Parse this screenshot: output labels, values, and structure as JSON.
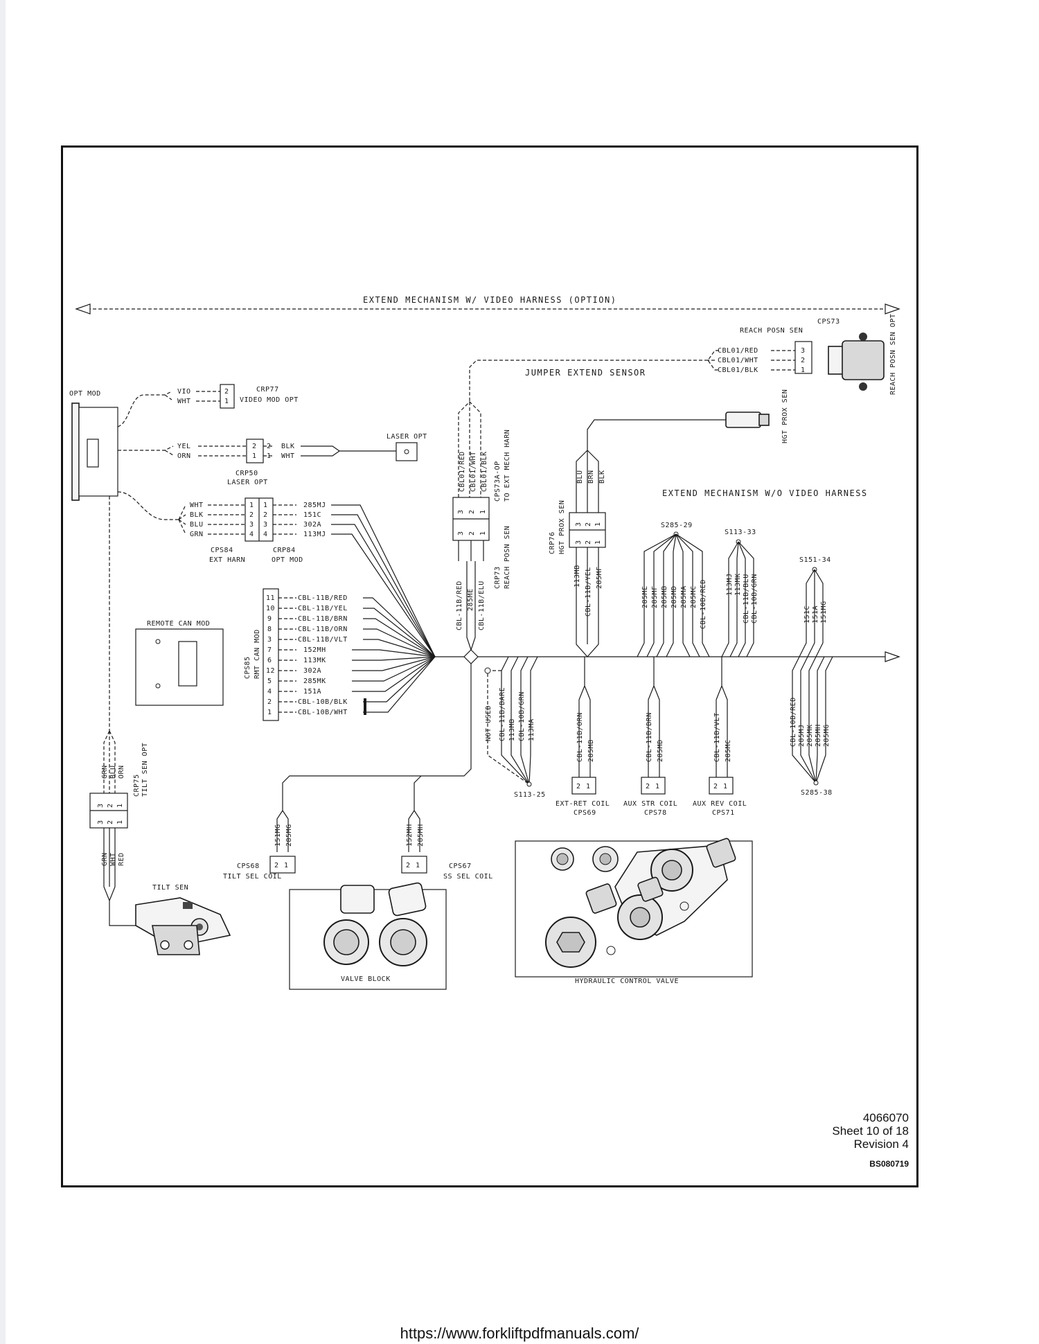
{
  "harness_with_video": "EXTEND MECHANISM W/ VIDEO HARNESS (OPTION)",
  "harness_without_video": "EXTEND MECHANISM W/O VIDEO HARNESS",
  "jumper_label": "JUMPER EXTEND SENSOR",
  "opt_mod": "OPT MOD",
  "remote_can_mod": "REMOTE CAN MOD",
  "tilt_sen": "TILT SEN",
  "valve_block": "VALVE BLOCK",
  "hydraulic_control_valve": "HYDRAULIC CONTROL VALVE",
  "laser_opt_device": "LASER OPT",
  "reach_sensor_side": "REACH POSN SEN OPT",
  "hgt_prox_sensor_side": "HGT PROX SEN",
  "connectors": {
    "crp77": "CRP77",
    "crp77_desc": "VIDEO MOD OPT",
    "crp50": "CRP50",
    "crp50_desc": "LASER OPT",
    "cps84": "CPS84",
    "cps84_desc": "EXT HARN",
    "crp84": "CRP84",
    "crp84_desc": "OPT MOD",
    "cps85": "CPS85",
    "cps85_desc": "RMT CAN MOD",
    "cps73": "CPS73",
    "cps73_desc": "REACH POSN SEN",
    "cps73a": "CPS73A-OP",
    "cps73a_desc": "TO EXT MECH HARN",
    "crp73": "CRP73",
    "crp73_desc": "REACH POSN SEN",
    "crp76": "CRP76",
    "crp76_desc": "HGT PROX SEN",
    "crp75": "CRP75",
    "crp75_desc": "TILT SEN OPT",
    "cps68": "CPS68",
    "cps68_desc": "TILT SEL COIL",
    "cps67": "CPS67",
    "cps67_desc": "SS SEL COIL",
    "cps69": "CPS69",
    "cps69_desc": "EXT-RET COIL",
    "cps78": "CPS78",
    "cps78_desc": "AUX STR COIL",
    "cps71": "CPS71",
    "cps71_desc": "AUX REV COIL"
  },
  "splices": {
    "s285_29": "S285-29",
    "s113_33": "S113-33",
    "s151_34": "S151-34",
    "s113_25": "S113-25",
    "s285_38": "S285-38"
  },
  "opt_mod_wires": [
    {
      "color": "VIO",
      "pin": "2"
    },
    {
      "color": "WHT",
      "pin": "1"
    }
  ],
  "laser_wires": [
    {
      "left": "YEL",
      "pin": "2",
      "right": "BLK"
    },
    {
      "left": "ORN",
      "pin": "1",
      "right": "WHT"
    }
  ],
  "ext_harn_wires": [
    {
      "left": "WHT",
      "pin": "1",
      "circuit": "285MJ"
    },
    {
      "left": "BLK",
      "pin": "2",
      "circuit": "151C"
    },
    {
      "left": "BLU",
      "pin": "3",
      "circuit": "302A"
    },
    {
      "left": "GRN",
      "pin": "4",
      "circuit": "113MJ"
    }
  ],
  "rmt_can_wires": [
    {
      "pin": "11",
      "circuit": "CBL-11B/RED"
    },
    {
      "pin": "10",
      "circuit": "CBL-11B/YEL"
    },
    {
      "pin": "9",
      "circuit": "CBL-11B/BRN"
    },
    {
      "pin": "8",
      "circuit": "CBL-11B/ORN"
    },
    {
      "pin": "3",
      "circuit": "CBL-11B/VLT"
    },
    {
      "pin": "7",
      "circuit": "152MH"
    },
    {
      "pin": "6",
      "circuit": "113MK"
    },
    {
      "pin": "12",
      "circuit": "302A"
    },
    {
      "pin": "5",
      "circuit": "285MK"
    },
    {
      "pin": "4",
      "circuit": "151A"
    },
    {
      "pin": "2",
      "circuit": "CBL-10B/BLK"
    },
    {
      "pin": "1",
      "circuit": "CBL-10B/WHT"
    }
  ],
  "reach_wires": [
    {
      "circuit": "CBL01/RED",
      "pin": "3"
    },
    {
      "circuit": "CBL01/WHT",
      "pin": "2"
    },
    {
      "circuit": "CBL01/BLK",
      "pin": "1"
    }
  ],
  "cps73a_wires": [
    "CBL01/RED",
    "CBL01/WHT",
    "CBL01/BLK"
  ],
  "crp73_pins": [
    "3",
    "2",
    "1"
  ],
  "crp73_wires": [
    "CBL-11B/RED",
    "285ME",
    "CBL-11B/ELU"
  ],
  "hgt_top_wires": [
    "BLU",
    "BRN",
    "BLK"
  ],
  "crp76_pins": [
    "3",
    "2",
    "1"
  ],
  "hgt_bottom_wires": [
    "113MB",
    "CBL-11B/YEL",
    "285MF"
  ],
  "s285_29_wires": [
    "285ME",
    "285MF",
    "285MB",
    "285MD",
    "285MA",
    "285MC",
    "CBL-10B/RED"
  ],
  "s113_33_wires": [
    "113MJ",
    "113MK",
    "CBL-11B/BLU",
    "CBL-10B/GRN"
  ],
  "s151_34_wires": [
    "151C",
    "151A",
    "151MG"
  ],
  "s113_25_wires": [
    "NOT USED",
    "CBL-11B/BARE",
    "113MB",
    "CBL-10B/GRN",
    "113MA"
  ],
  "cps69_wires": [
    "CBL-11B/ORN",
    "285MB"
  ],
  "cps78_wires": [
    "CBL-11B/BRN",
    "285MD"
  ],
  "cps71_wires": [
    "CBL-11B/VLT",
    "285MC"
  ],
  "s285_38_wires": [
    "CBL-10B/RED",
    "285MJ",
    "285MK",
    "285MH",
    "285MG"
  ],
  "crp75_top_wires": [
    "GRN",
    "BLU",
    "ORN"
  ],
  "crp75_pins": [
    "3",
    "2",
    "1"
  ],
  "crp75_bottom_wires": [
    "GRN",
    "WHT",
    "RED"
  ],
  "cps68_wires": [
    "151MG",
    "285MG"
  ],
  "cps67_wires": [
    "152MH",
    "285MH"
  ],
  "coil_pins": [
    "2",
    "1"
  ],
  "title_block": {
    "drawing_number": "4066070",
    "sheet": "Sheet 10 of 18",
    "revision": "Revision 4",
    "code": "BS080719"
  },
  "footer_url": "https://www.forkliftpdfmanuals.com/"
}
